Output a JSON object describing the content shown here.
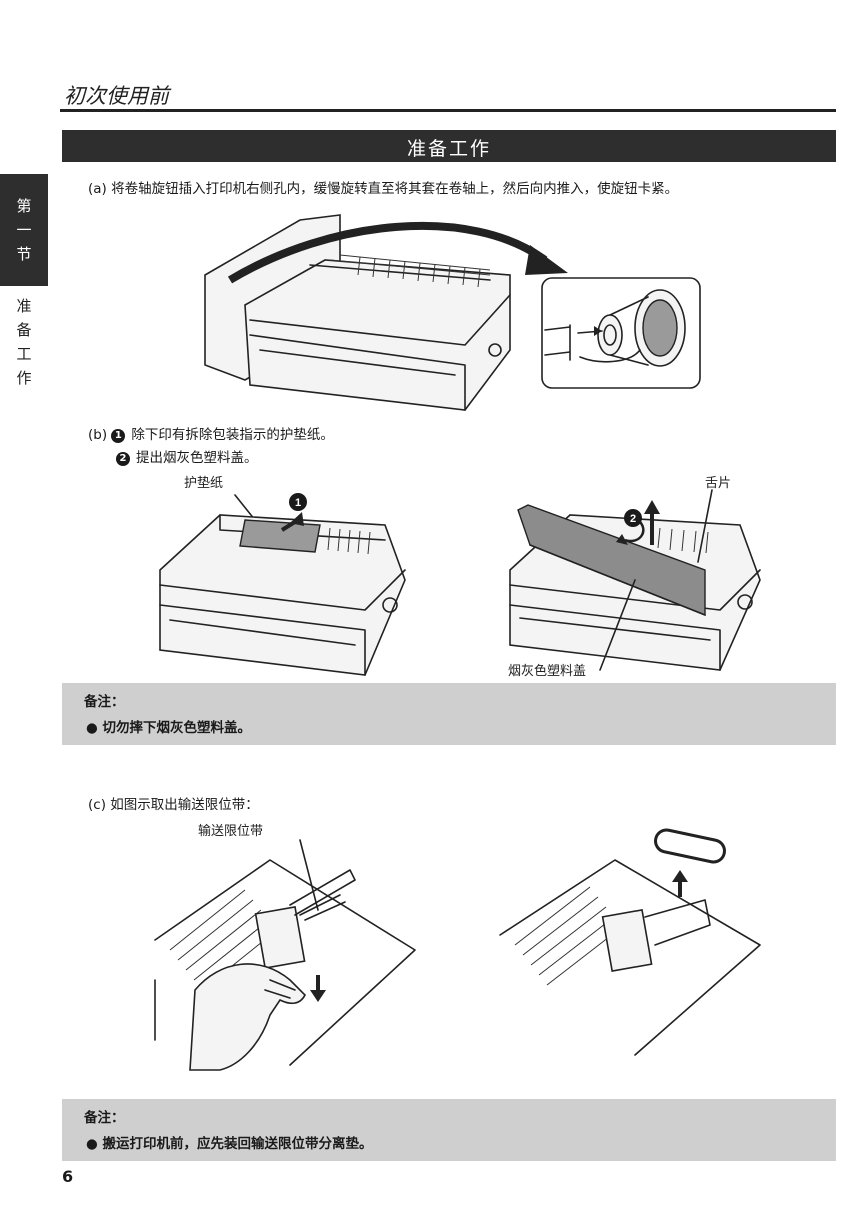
{
  "header": {
    "page_title": "初次使用前",
    "section_banner": "准备工作"
  },
  "side_tab": {
    "chapter": "第一节",
    "section": "准备工作"
  },
  "steps": {
    "a": "(a) 将卷轴旋钮插入打印机右侧孔内，缓慢旋转直至将其套在卷轴上，然后向内推入，使旋钮卡紧。",
    "b_prefix": "(b)",
    "b1_num": "1",
    "b1": "除下印有拆除包装指示的护垫纸。",
    "b2_num": "2",
    "b2": "提出烟灰色塑料盖。",
    "c": "(c) 如图示取出输送限位带："
  },
  "figure_labels": {
    "pad_paper": "护垫纸",
    "tab": "舌片",
    "smoke_cover": "烟灰色塑料盖",
    "transport_lock": "输送限位带",
    "callout_1": "1",
    "callout_2": "2"
  },
  "notes": [
    {
      "title": "备注：",
      "item": "● 切勿摔下烟灰色塑料盖。"
    },
    {
      "title": "备注：",
      "item": "● 搬运打印机前，应先装回输送限位带分离垫。"
    }
  ],
  "footer": {
    "page_number": "6"
  }
}
